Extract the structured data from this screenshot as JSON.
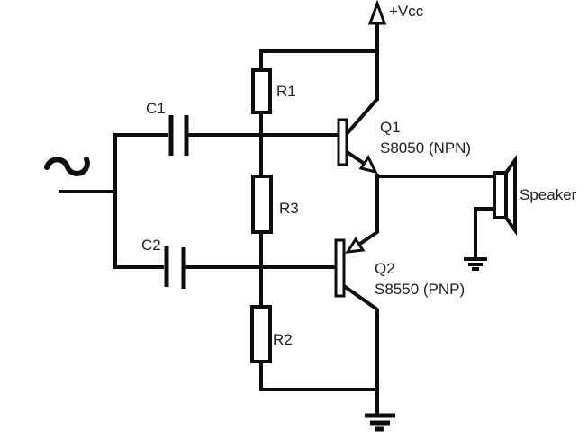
{
  "diagram_type": "circuit-schematic",
  "colors": {
    "line": "#0d0d0d",
    "text": "#1f1f1f",
    "background": "#ffffff"
  },
  "labels": {
    "vcc": "+Vcc",
    "r1": "R1",
    "r2": "R2",
    "r3": "R3",
    "c1": "C1",
    "c2": "C2",
    "q1_name": "Q1",
    "q1_part": "S8050 (NPN)",
    "q2_name": "Q2",
    "q2_part": "S8550 (PNP)",
    "speaker": "Speaker"
  },
  "components": {
    "transistors": [
      {
        "ref": "Q1",
        "part": "S8050",
        "polarity": "NPN"
      },
      {
        "ref": "Q2",
        "part": "S8550",
        "polarity": "PNP"
      }
    ],
    "resistors": [
      "R1",
      "R2",
      "R3"
    ],
    "capacitors": [
      "C1",
      "C2"
    ],
    "output": "Speaker",
    "supply": "+Vcc",
    "grounds": 2,
    "source": "AC signal input"
  }
}
